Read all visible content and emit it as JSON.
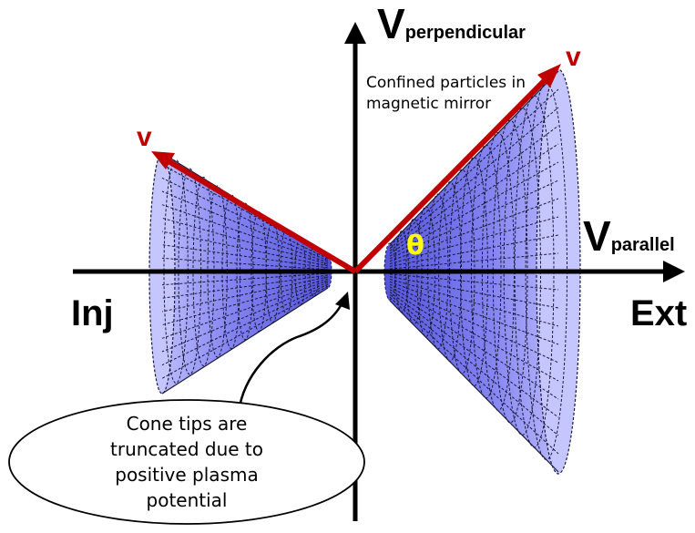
{
  "diagram": {
    "labels": {
      "v_perp_main": "V",
      "v_perp_sub": "perpendicular",
      "v_par_main": "V",
      "v_par_sub": "parallel",
      "left_side": "Inj",
      "right_side": "Ext",
      "confined_note": "Confined particles in magnetic mirror",
      "callout": "Cone tips are truncated due to positive plasma potential",
      "velocity_left": "v",
      "velocity_right": "v",
      "angle": "θ"
    },
    "colors": {
      "axis": "#000000",
      "cone_fill": "#b4b4ff",
      "cone_dark": "#6060e0",
      "grid": "#1a1a3a",
      "velocity_arrow": "#c00000",
      "angle_label": "#ffff00"
    }
  }
}
